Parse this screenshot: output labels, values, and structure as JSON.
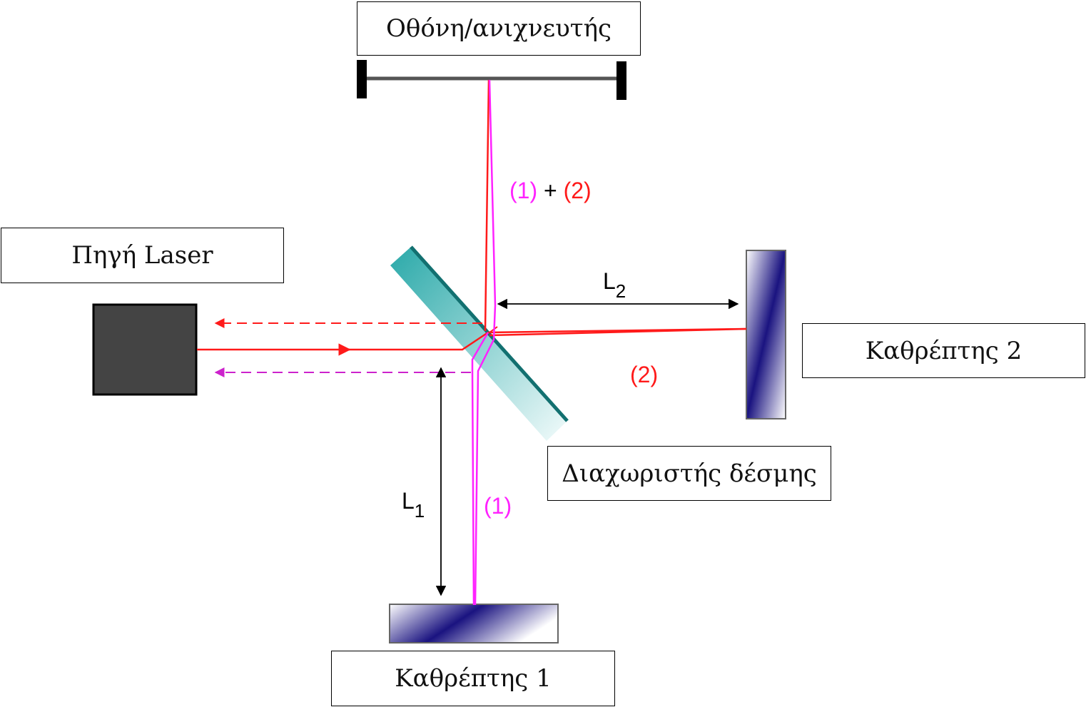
{
  "labels": {
    "screen": "Οθόνη/ανιχνευτής",
    "laser": "Πηγή Laser",
    "mirror2": "Καθρέπτης 2",
    "beamsplitter": "Διαχωριστής δέσμης",
    "mirror1": "Καθρέπτης 1"
  },
  "beam_labels": {
    "combined_part1": "(1)",
    "combined_plus": "+",
    "combined_part2": "(2)",
    "beam2": "(2)",
    "beam1": "(1)"
  },
  "distances": {
    "L2_letter": "L",
    "L2_sub": "2",
    "L1_letter": "L",
    "L1_sub": "1"
  },
  "colors": {
    "beam_red": "#ff1a1a",
    "beam_magenta": "#ff22ff",
    "beamsplitter": "#3fbcbc",
    "mirror": "#1a1380",
    "laser_body": "#444444",
    "screen": "#555555"
  }
}
